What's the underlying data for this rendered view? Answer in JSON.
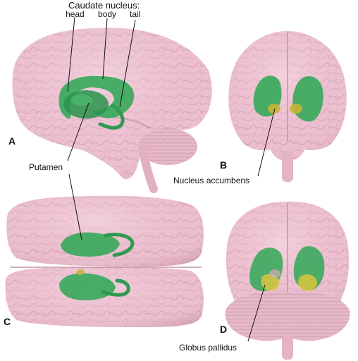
{
  "labels": {
    "caudate_nucleus": "Caudate nucleus:",
    "head": "head",
    "body": "body",
    "tail": "tail",
    "putamen": "Putamen",
    "nucleus_accumbens": "Nucleus accumbens",
    "globus_pallidus": "Globus pallidus"
  },
  "panels": [
    "A",
    "B",
    "C",
    "D"
  ],
  "colors": {
    "brain": "#ecbfcf",
    "brain_shadow": "#cf9cb1",
    "gyri_line": "#c793a8",
    "striatum": "#35a85a",
    "striatum_dark": "#1f7d40",
    "nucleus_accumbens": "#c8b436",
    "globus_pallidus": "#d2c43e",
    "leader_line": "#111111"
  }
}
